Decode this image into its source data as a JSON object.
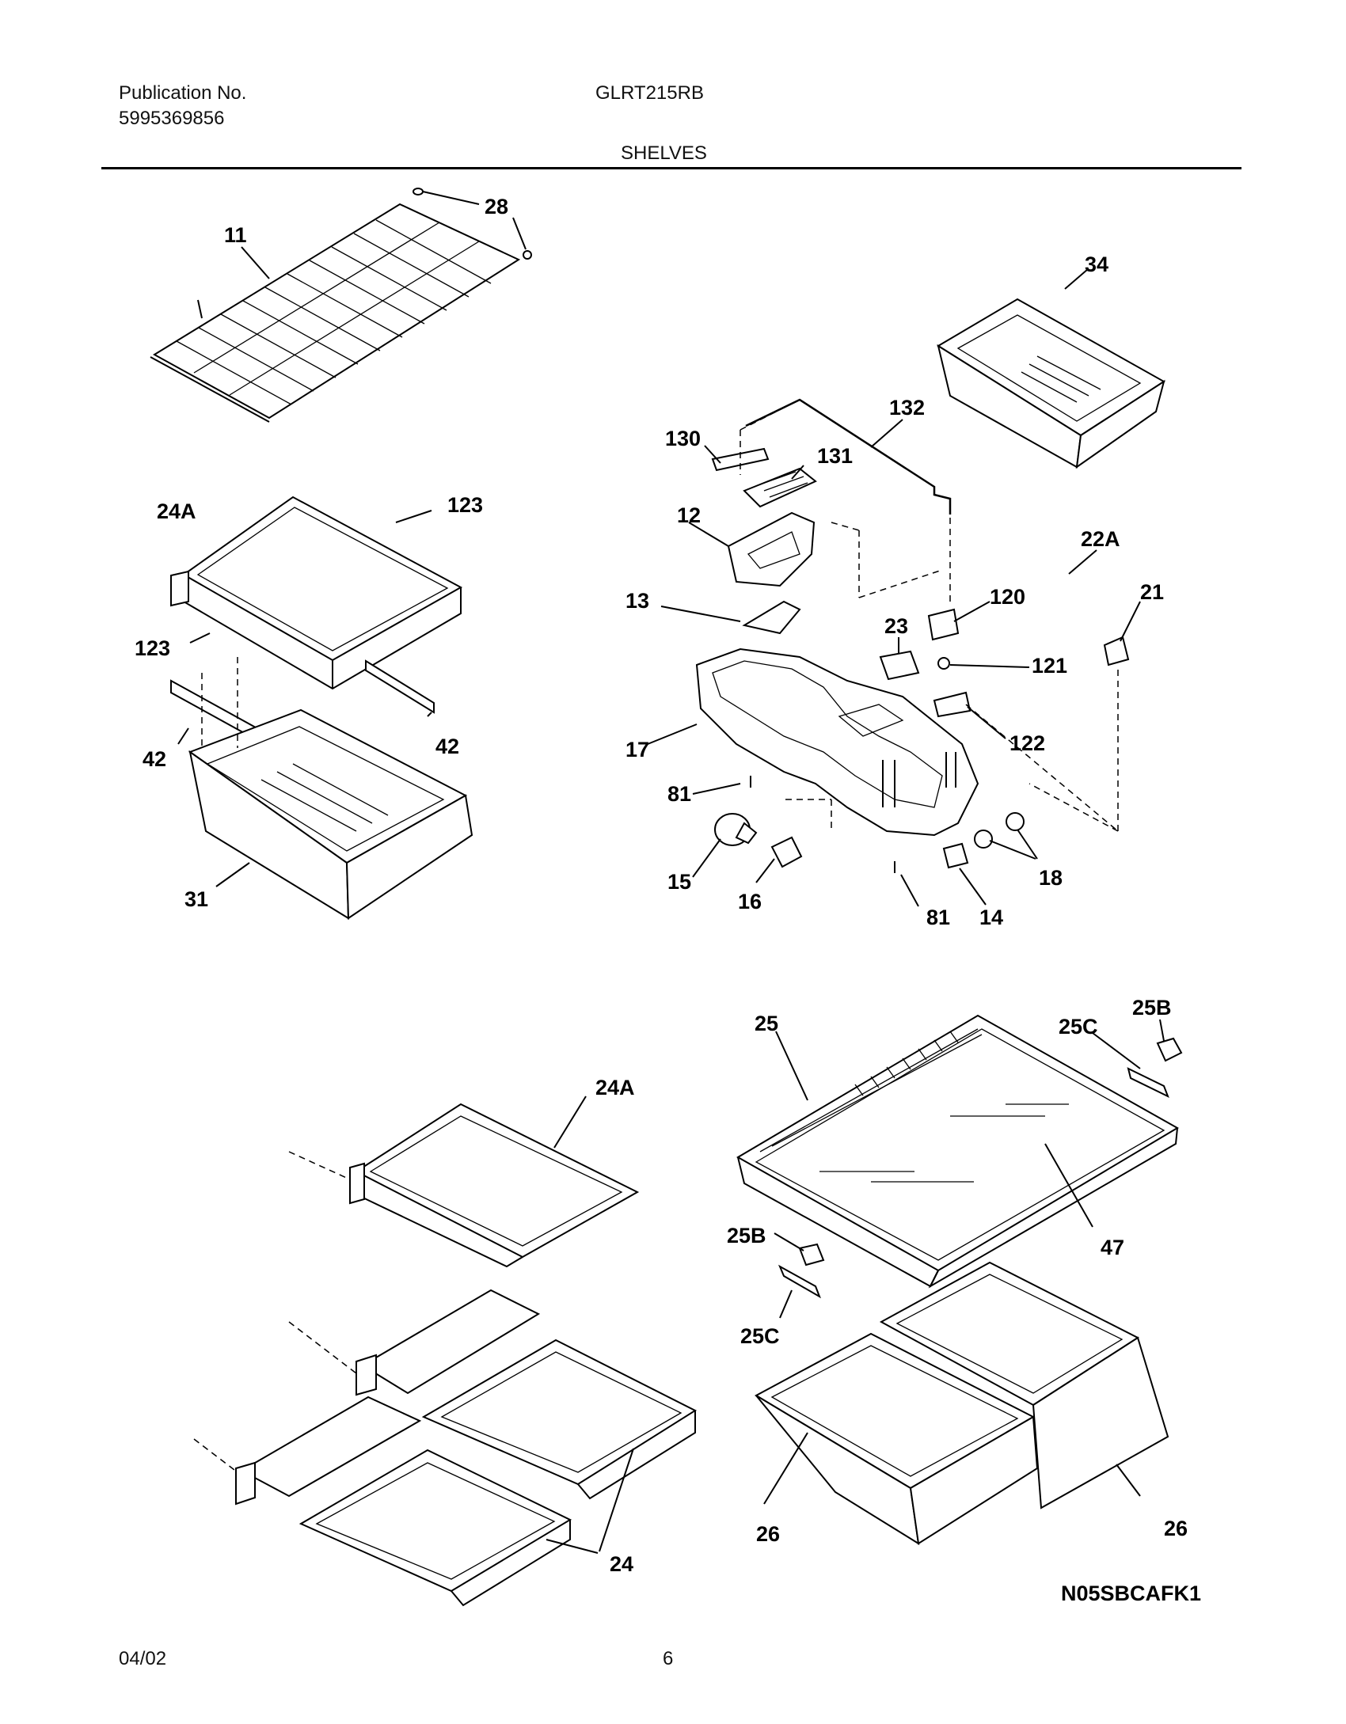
{
  "header": {
    "publication_label": "Publication No.",
    "publication_number": "5995369856",
    "model": "GLRT215RB",
    "section": "SHELVES"
  },
  "footer": {
    "date": "04/02",
    "page": "6",
    "diagram_code": "N05SBCAFK1"
  },
  "part_labels": {
    "p11": "11",
    "p28": "28",
    "p34": "34",
    "p132": "132",
    "p130": "130",
    "p131": "131",
    "p12": "12",
    "p22A": "22A",
    "p21": "21",
    "p24A_top": "24A",
    "p123_a": "123",
    "p123_b": "123",
    "p42_a": "42",
    "p42_b": "42",
    "p31": "31",
    "p13": "13",
    "p120": "120",
    "p23": "23",
    "p121": "121",
    "p17": "17",
    "p122": "122",
    "p81_a": "81",
    "p81_b": "81",
    "p15": "15",
    "p16": "16",
    "p14": "14",
    "p18": "18",
    "p25": "25",
    "p25C_a": "25C",
    "p25B_a": "25B",
    "p24A_bottom": "24A",
    "p47": "47",
    "p25B_b": "25B",
    "p25C_b": "25C",
    "p24": "24",
    "p26_a": "26",
    "p26_b": "26"
  }
}
